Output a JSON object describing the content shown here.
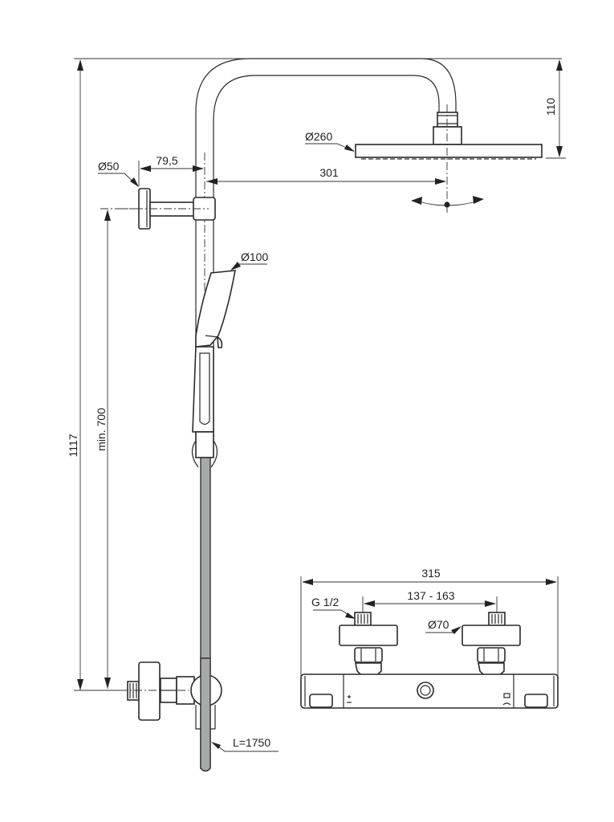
{
  "colors": {
    "line": "#2a2a2a",
    "hose_fill": "#a7aaa8",
    "background": "#ffffff"
  },
  "dimensions": {
    "total_height": "1117",
    "min_height": "min. 700",
    "wall_bracket_diameter": "Ø50",
    "wall_bracket_offset": "79,5",
    "arm_projection": "301",
    "head_drop": "110",
    "overhead_shower_diameter": "Ø260",
    "hand_shower_diameter": "Ø100",
    "hose_length": "L=1750",
    "thermostat_width": "315",
    "inlet_centres": "137 - 163",
    "inlet_thread": "G 1/2",
    "escutcheon_diameter": "Ø70"
  },
  "symbols": {
    "rotation": "swivel-arrows-icon",
    "hot_cold": "plus-minus-icon",
    "diverter": "shower-symbol-icon"
  }
}
